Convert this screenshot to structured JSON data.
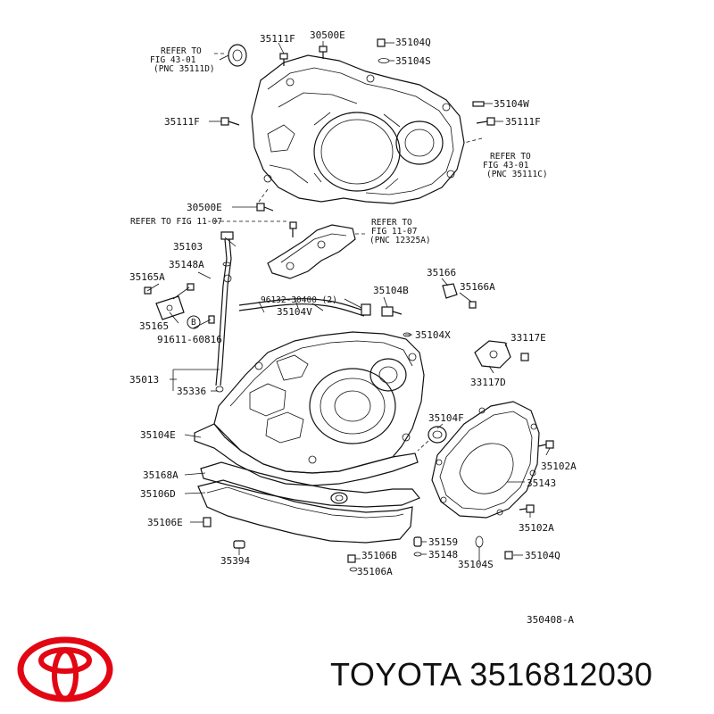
{
  "colors": {
    "ink": "#111111",
    "logo": "#e30613",
    "background": "#ffffff"
  },
  "diagram_code": "350408-A",
  "brand": {
    "name": "TOYOTA",
    "part_number": "3516812030"
  },
  "labels": {
    "p35111F_top": "35111F",
    "p30500E_top": "30500E",
    "p35104Q_top": "35104Q",
    "p35104S_top": "35104S",
    "p35104W": "35104W",
    "p35111F_right": "35111F",
    "p35111F_left": "35111F",
    "p30500E_left": "30500E",
    "p35103": "35103",
    "p35148A": "35148A",
    "p35165A": "35165A",
    "p35165": "35165",
    "p91611": "91611-60816",
    "p96132": "96132-30400 (2)",
    "p35104V": "35104V",
    "p35104B": "35104B",
    "p35166": "35166",
    "p35166A": "35166A",
    "p35104X": "35104X",
    "p33117E": "33117E",
    "p33117D": "33117D",
    "p35013": "35013",
    "p35336": "35336",
    "p35104F": "35104F",
    "p35104E": "35104E",
    "p35102A_top": "35102A",
    "p35168A": "35168A",
    "p35143": "35143",
    "p35106D": "35106D",
    "p35106E": "35106E",
    "p35102A_bottom": "35102A",
    "p35159": "35159",
    "p35148": "35148",
    "p35104Q_bottom": "35104Q",
    "p35394": "35394",
    "p35106B": "35106B",
    "p35106A": "35106A",
    "p35104S_bottom": "35104S",
    "badge_b": "B"
  },
  "refs": {
    "ref_43_01_d": {
      "l1": "REFER TO",
      "l2": "FIG 43-01",
      "l3": "(PNC 35111D)"
    },
    "ref_43_01_c": {
      "l1": "REFER TO",
      "l2": "FIG 43-01",
      "l3": "(PNC 35111C)"
    },
    "ref_11_07_left": "REFER TO FIG 11-07",
    "ref_11_07_right": {
      "l1": "REFER TO",
      "l2": "FIG 11-07",
      "l3": "(PNC 12325A)"
    }
  }
}
